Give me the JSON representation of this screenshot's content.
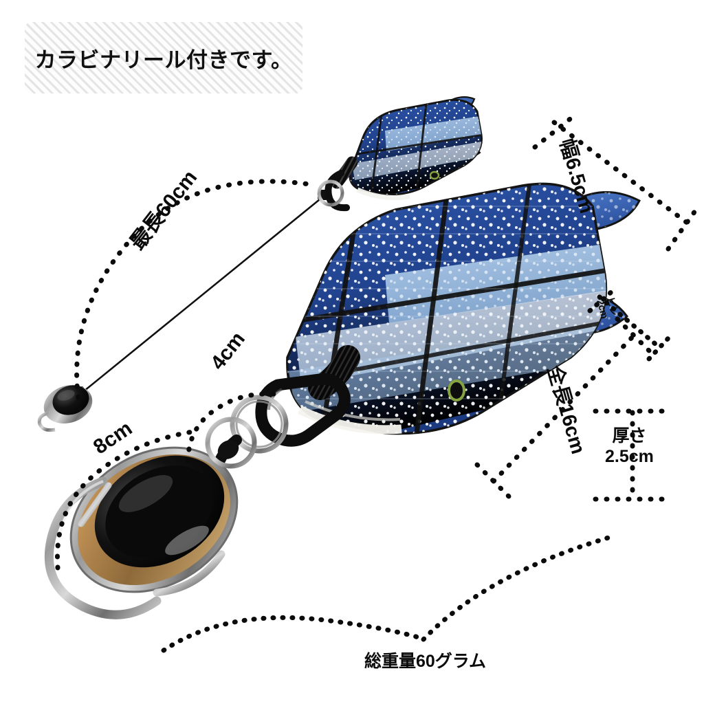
{
  "page": {
    "background_color": "#ffffff",
    "language": "ja"
  },
  "banner": {
    "text": "カラビナリール付きです。",
    "stripe_color": "#e4e4e4",
    "stripe_background": "#fdfdfd",
    "text_color": "#101010"
  },
  "measurements": [
    {
      "id": "cord-max-length",
      "label": "最長60cm",
      "value": 60,
      "unit": "cm",
      "describes": "retractable cord maximum extension"
    },
    {
      "id": "carabiner-length",
      "label": "8cm",
      "value": 8,
      "unit": "cm",
      "describes": "carabiner reel overall length"
    },
    {
      "id": "ring-size",
      "label": "4cm",
      "value": 4,
      "unit": "cm",
      "describes": "split ring / clip section"
    },
    {
      "id": "pouch-width",
      "label": "幅6.5cm",
      "value": 6.5,
      "unit": "cm",
      "describes": "pouch width"
    },
    {
      "id": "fin-size",
      "label_line1": "ヒレ",
      "label_line2": "2cm",
      "value": 2,
      "unit": "cm",
      "describes": "fin length"
    },
    {
      "id": "pouch-total-length",
      "label": "全長16cm",
      "value": 16,
      "unit": "cm",
      "describes": "pouch total length"
    },
    {
      "id": "pouch-thickness",
      "label_line1": "厚さ",
      "label_line2": "2.5cm",
      "value": 2.5,
      "unit": "cm",
      "describes": "pouch thickness"
    },
    {
      "id": "total-weight",
      "label": "総重量60グラム",
      "value": 60,
      "unit": "グラム",
      "describes": "total product weight"
    }
  ],
  "labels": {
    "max_cord": "最長60cm",
    "carabiner": "8cm",
    "ring": "4cm",
    "width": "幅6.5cm",
    "fin_top": "ヒレ",
    "fin_bottom": "2cm",
    "total_length": "全長16cm",
    "thickness_top": "厚さ",
    "thickness_bottom": "2.5cm",
    "weight": "総重量60グラム"
  },
  "product": {
    "type": "whale-shark denim pouch with carabiner reel",
    "colors": {
      "denim_dark": "#24499a",
      "denim_mid": "#3f6fc4",
      "denim_light": "#9dc2e6",
      "denim_pale": "#cfe1f2",
      "spot": "#ffffff",
      "outline": "#141414",
      "hardware_black": "#141414",
      "hardware_metal": "#b9b9b9",
      "eye_ring": "#7e9b3a"
    }
  }
}
